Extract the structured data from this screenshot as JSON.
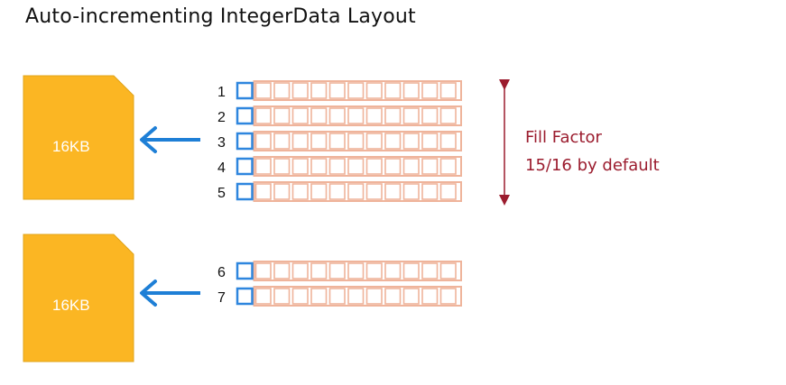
{
  "title": "Auto-incrementing IntegerData Layout",
  "colors": {
    "page": "#FBB623",
    "arrow": "#1E7FD6",
    "first_cell": "#2E86DE",
    "cell": "#EFB49B",
    "annotation": "#9B1C2E"
  },
  "cells_per_row": 12,
  "pages": [
    {
      "label": "16KB",
      "rows": [
        "1",
        "2",
        "3",
        "4",
        "5"
      ]
    },
    {
      "label": "16KB",
      "rows": [
        "6",
        "7"
      ]
    }
  ],
  "annotation": {
    "line1": "Fill Factor",
    "line2": "15/16 by default"
  }
}
